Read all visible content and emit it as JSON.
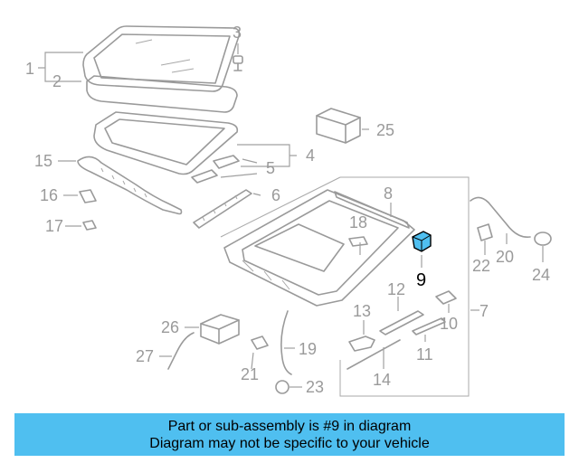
{
  "callouts": {
    "c1": "1",
    "c2": "2",
    "c3": "3",
    "c4": "4",
    "c5": "5",
    "c6": "6",
    "c7": "7",
    "c8": "8",
    "c9": "9",
    "c10": "10",
    "c11": "11",
    "c12": "12",
    "c13": "13",
    "c14": "14",
    "c15": "15",
    "c16": "16",
    "c17": "17",
    "c18": "18",
    "c19": "19",
    "c20": "20",
    "c21": "21",
    "c22": "22",
    "c23": "23",
    "c24": "24",
    "c25": "25",
    "c26": "26",
    "c27": "27"
  },
  "highlighted_part": "9",
  "colors": {
    "highlight": "#4fbff0",
    "linework": "#9a9a9a",
    "banner": "#4fbff0"
  },
  "banner": {
    "line1": "Part or sub-assembly is #9 in diagram",
    "line2": "Diagram may not be specific to your vehicle"
  }
}
